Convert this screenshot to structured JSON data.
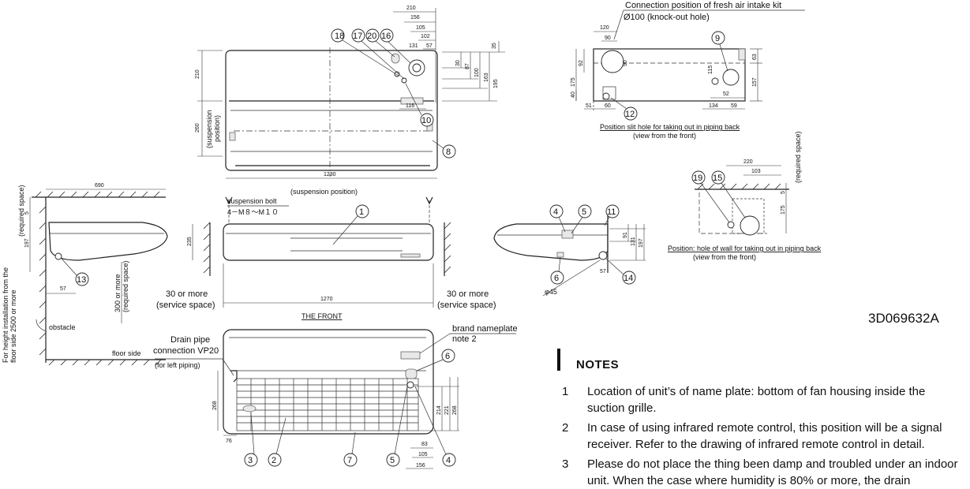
{
  "labels": {
    "doc_number": "3D069632A",
    "notes_title": "NOTES",
    "fresh_air": "Connection position of fresh air intake kit",
    "knockout": "Ø100 (knock-out hole)",
    "slit_title": "Position slit hole for taking out in piping back",
    "slit_view": "(view from the front)",
    "wall_title": "Position: hole of wall for taking out in piping back",
    "wall_view": "(view from the front)",
    "suspension_position": "(suspension position)",
    "suspension_bolt": "suspension bolt",
    "bolt_spec": "4－M８～M１０",
    "suspension_vertical_1": "(suspension",
    "suspension_vertical_2": "position)",
    "required_space": "(required space)",
    "height_install_1": "For height installation from the",
    "height_install_2": "floor side 2500 or more",
    "obstacle": "obstacle",
    "floor_side": "floor side",
    "service_left_1": "30 or more",
    "service_left_2": "(service space)",
    "service_right_1": "30 or more",
    "service_right_2": "(service space)",
    "front": "THE FRONT",
    "required_300_1": "300 or more",
    "required_300_2": "(required space)",
    "drain_1": "Drain pipe",
    "drain_2": "connection VP20",
    "drain_3": "(for left piping)",
    "nameplate_1": "brand nameplate",
    "nameplate_2": "note 2",
    "phi45": "φ45"
  },
  "dims": {
    "d210": "210",
    "d156": "156",
    "d105": "105",
    "d102": "102",
    "d131": "131",
    "d57": "57",
    "d35": "35",
    "d30": "30",
    "d87": "87",
    "d100": "100",
    "d163": "163",
    "d195": "195",
    "d210v": "210",
    "d260": "260",
    "d116": "116",
    "d1230": "1230",
    "d690": "690",
    "d5": "5",
    "d197": "197",
    "d57b": "57",
    "d235": "235",
    "d1270": "1270",
    "d91": "91",
    "d131b": "131",
    "d197b": "197",
    "d57c": "57",
    "d268": "268",
    "d76": "76",
    "d214": "214",
    "d221": "221",
    "d268b": "268",
    "d83": "83",
    "d105b": "105",
    "d156b": "156",
    "d120": "120",
    "d90": "90",
    "d92": "92",
    "d175": "175",
    "d40": "40",
    "d51": "51",
    "d60": "60",
    "d115": "115",
    "d90b": "90",
    "d52": "52",
    "d134": "134",
    "d59": "59",
    "d63": "63",
    "d157": "157",
    "d220": "220",
    "d103": "103",
    "d5b": "5",
    "d175b": "175"
  },
  "callouts": {
    "c1": "1",
    "c2": "2",
    "c3": "3",
    "c4": "4",
    "c5": "5",
    "c6": "6",
    "c7": "7",
    "c8": "8",
    "c9": "9",
    "c10": "10",
    "c11": "11",
    "c12": "12",
    "c13": "13",
    "c14": "14",
    "c15": "15",
    "c16": "16",
    "c17": "17",
    "c18": "18",
    "c19": "19",
    "c20": "20"
  },
  "notes": [
    {
      "num": "1",
      "text": "Location of unit’s of name plate: bottom of fan housing inside the suction grille."
    },
    {
      "num": "2",
      "text": "In case of using infrared remote control, this position will be a signal receiver. Refer to the drawing of infrared remote control in detail."
    },
    {
      "num": "3",
      "text": "Please do not place the thing been damp and troubled under an indoor unit. When the case where humidity is 80% or more, the drain"
    }
  ]
}
